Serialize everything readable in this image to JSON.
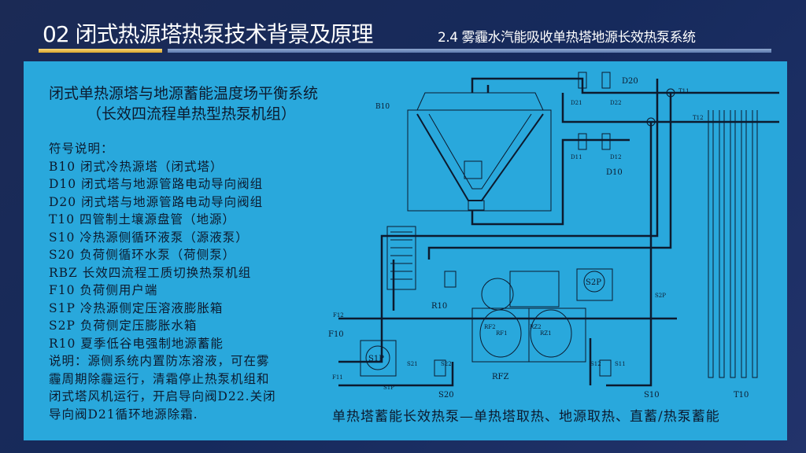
{
  "header": {
    "title": "02 闭式热源塔热泵技术背景及原理",
    "subtitle": "2.4 雾霾水汽能吸收单热塔地源长效热泵系统"
  },
  "panel": {
    "heading": "闭式单热源塔与地源蓄能温度场平衡系统",
    "heading2": "（长效四流程单热型热泵机组）",
    "legend_title": "符号说明：",
    "legend": [
      "B10 闭式冷热源塔（闭式塔）",
      "D10 闭式塔与地源管路电动导向阀组",
      "D20 闭式塔与地源管路电动导向阀组",
      "T10 四管制土壤源盘管（地源）",
      "S10 冷热源侧循环液泵（源液泵）",
      "S20 负荷侧循环水泵（荷侧泵）",
      "RBZ 长效四流程工质切换热泵机组",
      "F10 负荷侧用户端",
      "S1P 冷热源侧定压溶液膨胀箱",
      "S2P 负荷侧定压膨胀水箱",
      "R10 夏季低谷电强制地源蓄能"
    ],
    "note": [
      "说明：源侧系统内置防冻溶液，可在雾",
      "霾周期除霾运行，清霜停止热泵机组和",
      "闭式塔风机运行，开启导向阀D22.关闭",
      "导向阀D21循环地源除霜."
    ],
    "caption": "单热塔蓄能长效热泵—单热塔取热、地源取热、直蓄/热泵蓄能"
  },
  "diagram_labels": {
    "B10": "B10",
    "D20": "D20",
    "D21": "D21",
    "D22": "D22",
    "T11": "T11",
    "T12": "T12",
    "D11": "D11",
    "D12": "D12",
    "D10": "D10",
    "S2P": "S2P",
    "S2Pline": "S2P",
    "R10": "R10",
    "F12": "F12",
    "F10": "F10",
    "RF2": "RF2",
    "RF1": "RF1",
    "RZ2": "RZ2",
    "RZ1": "RZ1",
    "S1P": "S1P",
    "S1Pline": "S1P",
    "F11": "F11",
    "S21": "S21",
    "S22": "S22",
    "S20": "S20",
    "RFZ": "RFZ",
    "S12": "S12",
    "S11": "S11",
    "S10": "S10",
    "T10": "T10"
  }
}
